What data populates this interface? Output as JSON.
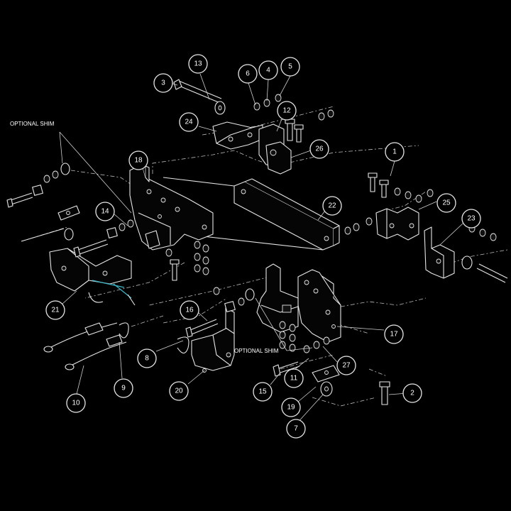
{
  "notes": {
    "optional_shim_upper": "OPTIONAL SHIM",
    "optional_shim_lower": "OPTIONAL SHIM"
  },
  "callouts": [
    "1",
    "2",
    "3",
    "4",
    "5",
    "6",
    "7",
    "8",
    "9",
    "10",
    "11",
    "12",
    "13",
    "14",
    "15",
    "16",
    "17",
    "18",
    "19",
    "20",
    "21",
    "22",
    "23",
    "24",
    "25",
    "26",
    "27"
  ],
  "colors": {
    "background": "#000000",
    "linework": "#e6e6e6",
    "accent": "#3fb7c9"
  }
}
